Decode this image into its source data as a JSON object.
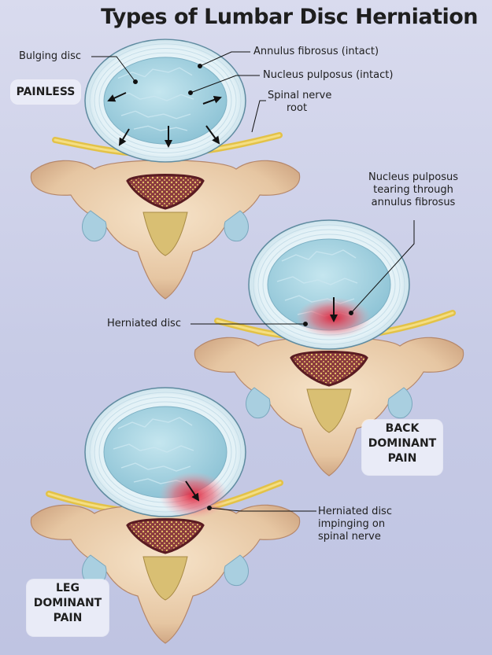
{
  "title": "Types of Lumbar Disc Herniation",
  "panels": [
    {
      "badge": [
        "PAINLESS"
      ],
      "labels": {
        "bulging_disc": "Bulging disc",
        "annulus_fibrosus": "Annulus fibrosus (intact)",
        "nucleus_pulposus": "Nucleus pulposus (intact)",
        "spinal_nerve_root": [
          "Spinal nerve",
          "root"
        ]
      }
    },
    {
      "badge": [
        "BACK",
        "DOMINANT",
        "PAIN"
      ],
      "labels": {
        "nucleus_tearing": [
          "Nucleus pulposus",
          "tearing through",
          "annulus fibrosus"
        ],
        "herniated_disc": "Herniated disc"
      }
    },
    {
      "badge": [
        "LEG",
        "DOMINANT",
        "PAIN"
      ],
      "labels": {
        "herniated_impinging": [
          "Herniated disc",
          "impinging on",
          "spinal nerve"
        ]
      }
    }
  ],
  "colors": {
    "background": "#c9cde7",
    "annulus": "#d8ecf3",
    "nucleus": "#a9d3df",
    "bone": "#edd3b6",
    "nerve": "#e8c84a",
    "canal": "#7a2a34",
    "herniation": "#e23a4a"
  }
}
